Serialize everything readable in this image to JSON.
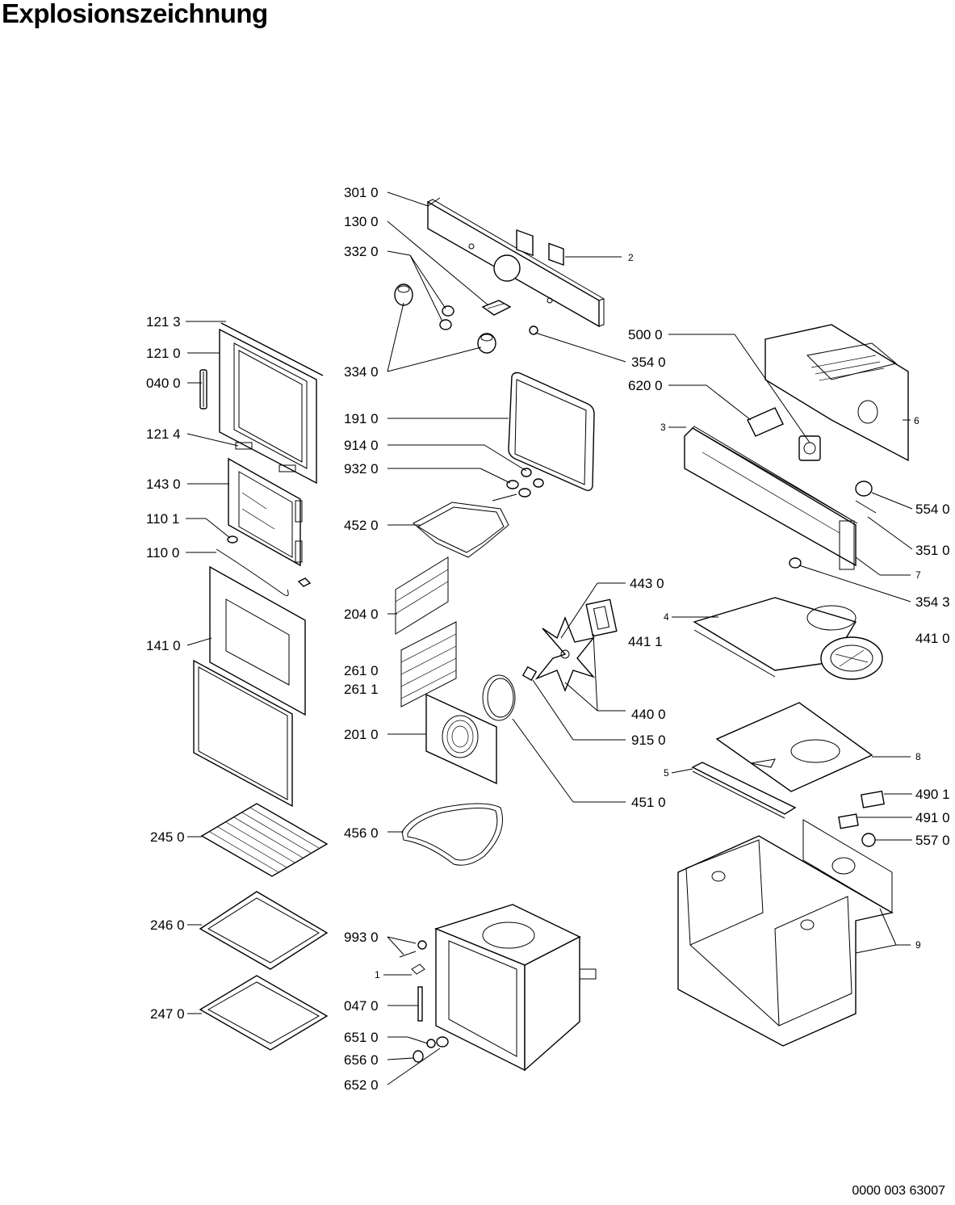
{
  "title": "Explosionszeichnung",
  "document_number": "0000 003 63007",
  "part_labels": {
    "p301_0": "301 0",
    "p130_0": "130 0",
    "p332_0": "332 0",
    "p2": "2",
    "p121_3": "121 3",
    "p121_0": "121 0",
    "p040_0": "040 0",
    "p334_0": "334 0",
    "p354_0": "354 0",
    "p500_0": "500 0",
    "p620_0": "620 0",
    "p6": "6",
    "p121_4": "121 4",
    "p191_0": "191 0",
    "p914_0": "914 0",
    "p3": "3",
    "p932_0": "932 0",
    "p143_0": "143 0",
    "p554_0": "554 0",
    "p110_1": "110 1",
    "p452_0": "452 0",
    "p351_0": "351 0",
    "p110_0": "110 0",
    "p7": "7",
    "p354_3": "354 3",
    "p443_0": "443 0",
    "p204_0": "204 0",
    "p4": "4",
    "p441_1": "441 1",
    "p441_0": "441 0",
    "p141_0": "141 0",
    "p261_0": "261 0",
    "p261_1": "261 1",
    "p440_0": "440 0",
    "p201_0": "201 0",
    "p915_0": "915 0",
    "p8": "8",
    "p5": "5",
    "p451_0": "451 0",
    "p490_1": "490 1",
    "p245_0": "245 0",
    "p456_0": "456 0",
    "p491_0": "491 0",
    "p557_0": "557 0",
    "p9": "9",
    "p246_0": "246 0",
    "p993_0": "993 0",
    "p1": "1",
    "p047_0": "047 0",
    "p247_0": "247 0",
    "p651_0": "651 0",
    "p656_0": "656 0",
    "p652_0": "652 0"
  }
}
